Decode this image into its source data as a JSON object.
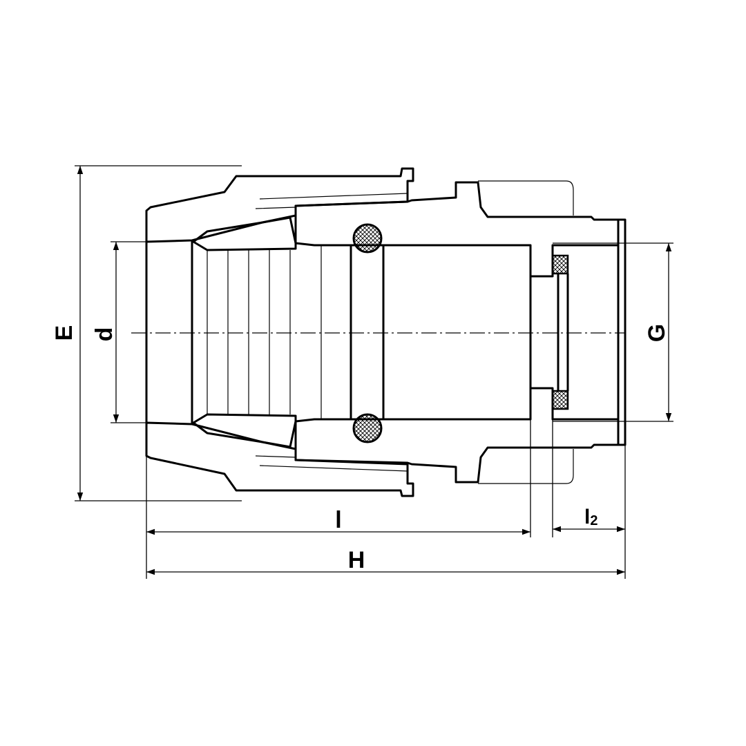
{
  "dimensions": {
    "E": "E",
    "d": "d",
    "G": "G",
    "l": "l",
    "l2": "l",
    "l2_sub": "2",
    "H": "H"
  }
}
